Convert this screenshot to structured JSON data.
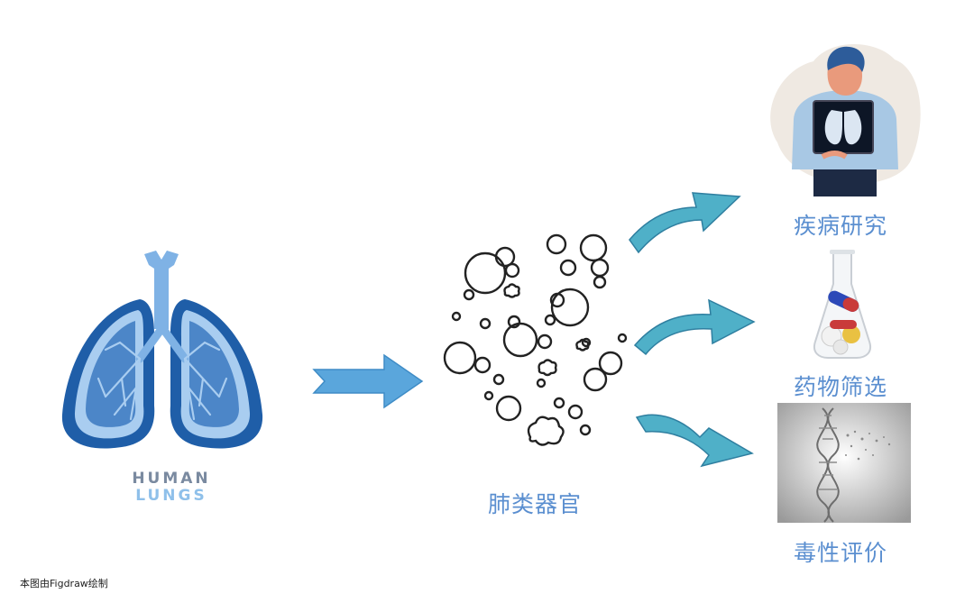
{
  "lungs": {
    "line1": "HUMAN",
    "line2": "LUNGS"
  },
  "organoid": {
    "label": "肺类器官"
  },
  "outputs": [
    {
      "label": "疾病研究",
      "icon": "patient-xray-icon"
    },
    {
      "label": "药物筛选",
      "icon": "flask-pills-icon"
    },
    {
      "label": "毒性评价",
      "icon": "dna-helix-icon"
    }
  ],
  "footer": {
    "credit": "本图由Figdraw绘制"
  },
  "colors": {
    "lung_dark": "#1f5ea8",
    "lung_light": "#7fb2e5",
    "arrow_blue": "#5aa6dc",
    "arrow_teal": "#4fb0c8",
    "label_blue": "#5b8fd0",
    "lungs_text_light": "#8fc0ea",
    "human_text": "#7a8aa0"
  }
}
